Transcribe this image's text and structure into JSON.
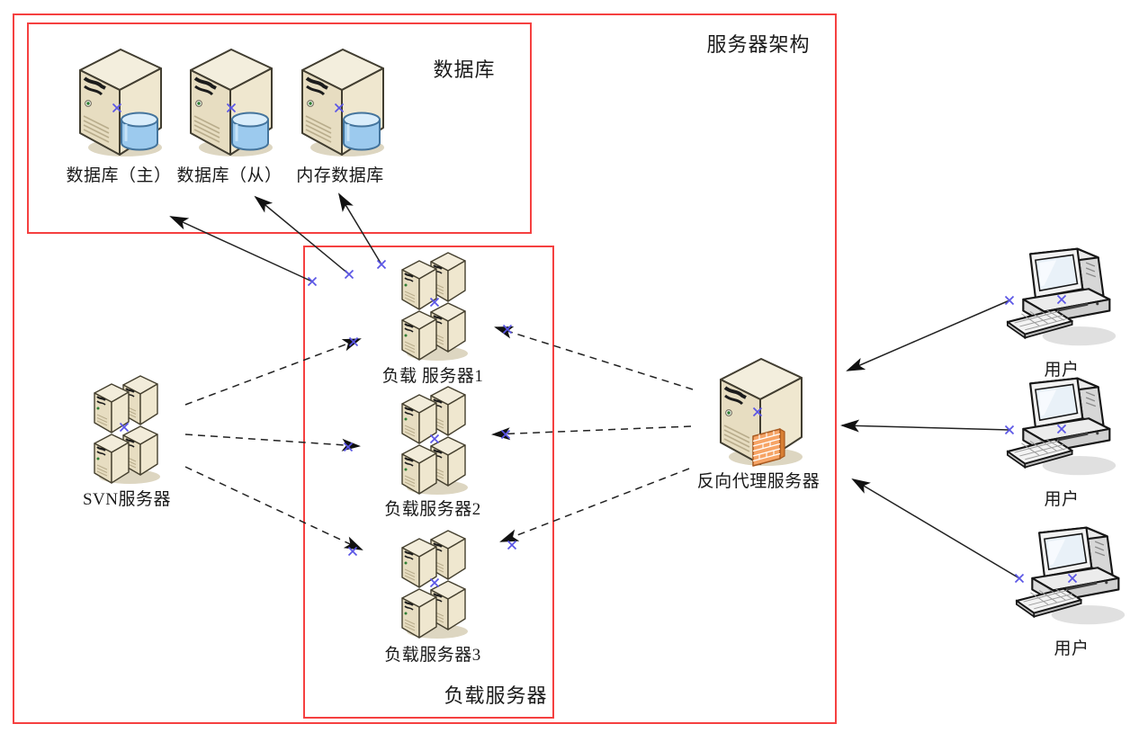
{
  "diagram": {
    "outer_group": {
      "label": "服务器架构"
    },
    "database_group": {
      "label": "数据库",
      "nodes": [
        {
          "label": "数据库（主）",
          "icon": "server-with-database-icon"
        },
        {
          "label": "数据库（从）",
          "icon": "server-with-database-icon"
        },
        {
          "label": "内存数据库",
          "icon": "server-with-database-icon"
        }
      ]
    },
    "load_group": {
      "label": "负载服务器",
      "nodes": [
        {
          "label": "负载 服务器1",
          "icon": "server-cluster-icon"
        },
        {
          "label": "负载服务器2",
          "icon": "server-cluster-icon"
        },
        {
          "label": "负载服务器3",
          "icon": "server-cluster-icon"
        }
      ]
    },
    "svn_node": {
      "label": "SVN服务器",
      "icon": "server-cluster-icon"
    },
    "proxy_node": {
      "label": "反向代理服务器",
      "icon": "server-with-firewall-icon"
    },
    "users": [
      {
        "label": "用户",
        "icon": "desktop-computer-icon"
      },
      {
        "label": "用户",
        "icon": "desktop-computer-icon"
      },
      {
        "label": "用户",
        "icon": "desktop-computer-icon"
      }
    ],
    "connections": [
      {
        "from": "SVN服务器",
        "to": "负载 服务器1",
        "style": "dashed-arrow"
      },
      {
        "from": "SVN服务器",
        "to": "负载服务器2",
        "style": "dashed-arrow"
      },
      {
        "from": "SVN服务器",
        "to": "负载服务器3",
        "style": "dashed-arrow"
      },
      {
        "from": "反向代理服务器",
        "to": "负载 服务器1",
        "style": "dashed-arrow"
      },
      {
        "from": "反向代理服务器",
        "to": "负载服务器2",
        "style": "dashed-arrow"
      },
      {
        "from": "反向代理服务器",
        "to": "负载服务器3",
        "style": "dashed-arrow"
      },
      {
        "from": "负载服务器",
        "to": "数据库（主）",
        "style": "solid-arrow"
      },
      {
        "from": "负载服务器",
        "to": "数据库（从）",
        "style": "solid-arrow"
      },
      {
        "from": "负载服务器",
        "to": "内存数据库",
        "style": "solid-arrow"
      },
      {
        "from": "用户",
        "to": "反向代理服务器",
        "style": "solid-arrow"
      },
      {
        "from": "用户",
        "to": "反向代理服务器",
        "style": "solid-arrow"
      },
      {
        "from": "用户",
        "to": "反向代理服务器",
        "style": "solid-arrow"
      }
    ],
    "colors": {
      "group_border": "#f54040",
      "connector": "#222222",
      "connection_marker": "#5a55e6",
      "server_beige": "#efe7cf",
      "database_blue": "#9ccaee",
      "firewall_orange": "#f6a466"
    }
  }
}
